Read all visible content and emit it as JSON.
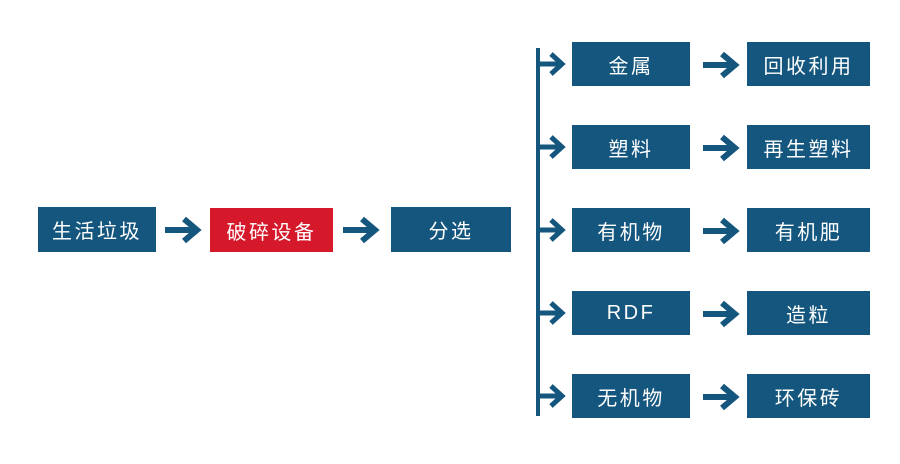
{
  "colors": {
    "primary_blue": "#14567E",
    "accent_red": "#D6182B",
    "node_text": "#FFFFFF",
    "background": "#FFFFFF"
  },
  "main_flow": {
    "nodes": [
      {
        "label": "生活垃圾",
        "style": "blue"
      },
      {
        "label": "破碎设备",
        "style": "red"
      },
      {
        "label": "分选",
        "style": "blue"
      }
    ]
  },
  "branches": [
    {
      "source": "金属",
      "result": "回收利用"
    },
    {
      "source": "塑料",
      "result": "再生塑料"
    },
    {
      "source": "有机物",
      "result": "有机肥"
    },
    {
      "source": "RDF",
      "result": "造粒"
    },
    {
      "source": "无机物",
      "result": "环保砖"
    }
  ],
  "icons": {
    "arrow": "right-arrow"
  }
}
